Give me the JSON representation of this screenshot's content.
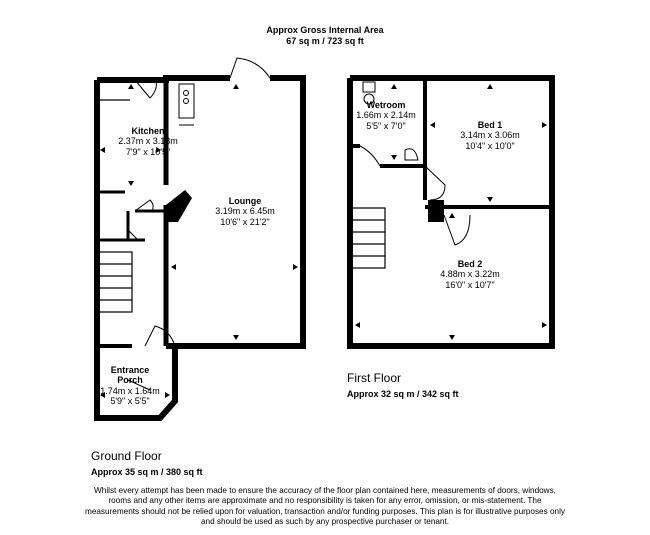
{
  "header": {
    "title": "Approx Gross Internal Area",
    "area": "67 sq m / 723 sq ft"
  },
  "ground_floor": {
    "label": "Ground Floor",
    "area": "Approx 35 sq m / 380 sq ft",
    "rooms": {
      "kitchen": {
        "name": "Kitchen",
        "metric": "2.37m x 3.18m",
        "imperial": "7'9\" x 10'5\""
      },
      "lounge": {
        "name": "Lounge",
        "metric": "3.19m x 6.45m",
        "imperial": "10'6\" x 21'2\""
      },
      "porch": {
        "name_line1": "Entrance",
        "name_line2": "Porch",
        "metric": "1.74m x 1.64m",
        "imperial": "5'9\" x 5'5\""
      }
    }
  },
  "first_floor": {
    "label": "First Floor",
    "area": "Approx 32 sq m / 342 sq ft",
    "rooms": {
      "wetroom": {
        "name": "Wetroom",
        "metric": "1.66m x 2.14m",
        "imperial": "5'5\" x 7'0\""
      },
      "bed1": {
        "name": "Bed 1",
        "metric": "3.14m x 3.06m",
        "imperial": "10'4\" x 10'0\""
      },
      "bed2": {
        "name": "Bed 2",
        "metric": "4.88m x 3.22m",
        "imperial": "16'0\" x 10'7\""
      }
    }
  },
  "disclaimer": "Whilst every attempt has been made to ensure the accuracy of the floor plan contained here, measurements of doors, windows, rooms and any other items are approximate and no responsibility is taken for any error, omission, or mis-statement. The measurements should not be relied upon for valuation, transaction and/or funding purposes. This plan is for illustrative purposes only and should be used as such by any prospective purchaser or tenant.",
  "colors": {
    "wall": "#000000",
    "background": "#ffffff"
  }
}
